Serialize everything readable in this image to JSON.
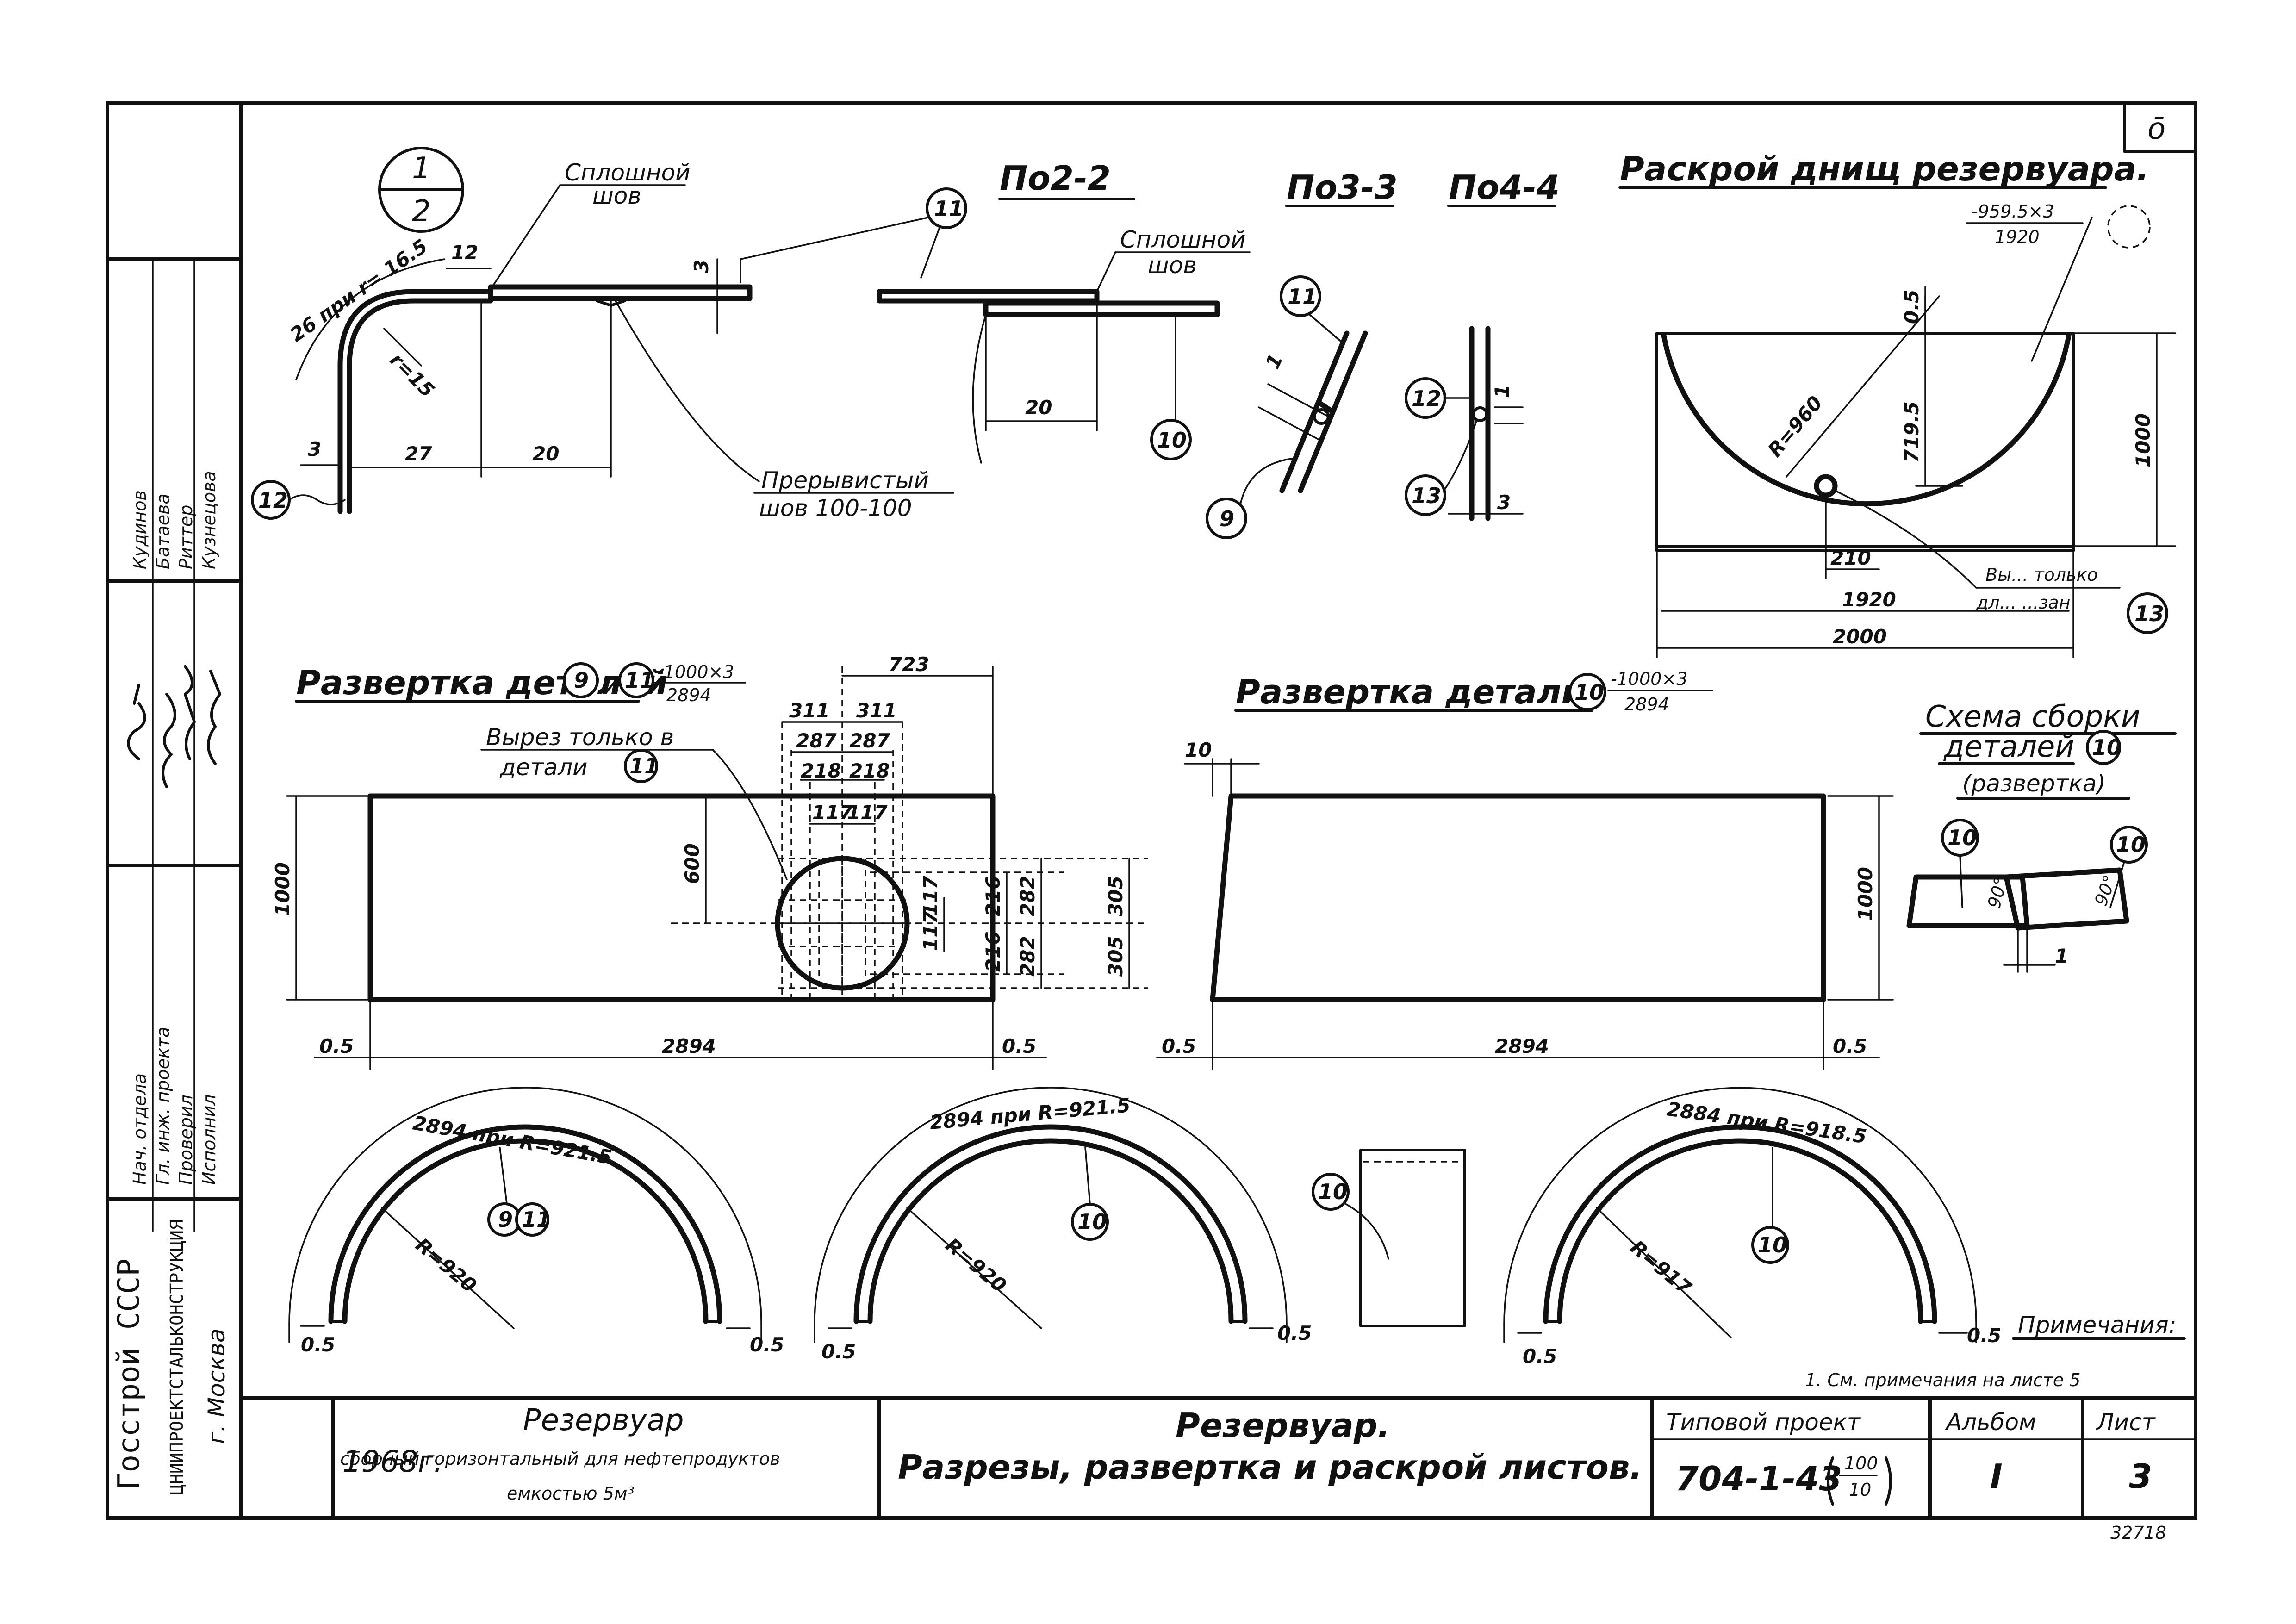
{
  "corner_mark": "ō",
  "views": {
    "detail_1_2": {
      "top": "1",
      "bottom": "2",
      "label_continuous_seam_1": "Сплошной",
      "label_continuous_seam_2": "шов",
      "dim_arc": "26 при r= 16.5",
      "dim_12": "12",
      "dim_r15": "r=15",
      "dim_3_left": "3",
      "dim_27": "27",
      "dim_20": "20",
      "dim_3_top": "3",
      "label_intermittent_1": "Прерывистый",
      "label_intermittent_2": "шов 100-100",
      "callout_12": "12",
      "callout_11": "11"
    },
    "section_2_2": {
      "title": "По2-2",
      "label_seam_1": "Сплошной",
      "label_seam_2": "шов",
      "dim_20": "20",
      "callout_10": "10"
    },
    "section_3_3": {
      "title": "По3-3",
      "dim_1": "1",
      "callout_11": "11",
      "callout_9": "9"
    },
    "section_4_4": {
      "title": "По4-4",
      "dim_1": "1",
      "dim_3": "3",
      "callout_12": "12",
      "callout_13": "13"
    },
    "bottoms_cutting": {
      "title": "Раскрой днищ резервуара.",
      "spec_top": "-959.5×3",
      "spec_bottom": "1920",
      "dim_05": "0.5",
      "dim_r960": "R=960",
      "dim_7195": "719.5",
      "dim_1000": "1000",
      "dim_210": "210",
      "dim_1920": "1920",
      "dim_2000": "2000",
      "note_1": "Вы... только",
      "note_2": "дл... ...зан",
      "callout_13": "13"
    },
    "dev_9_11": {
      "title_pre": "Развертка деталей",
      "callout_9": "9",
      "title_and": "и",
      "callout_11": "11",
      "spec_top": "-1000×3",
      "spec_bottom": "2894",
      "cut_note_1": "Вырез только в",
      "cut_note_2": "детали",
      "cut_callout_11": "11",
      "dim_723": "723",
      "dim_311a": "311",
      "dim_311b": "311",
      "dim_287a": "287",
      "dim_287b": "287",
      "dim_218a": "218",
      "dim_218b": "218",
      "dim_117a": "117",
      "dim_117b": "117",
      "dim_1000": "1000",
      "dim_600": "600",
      "dim_117c": "117",
      "dim_117d": "117",
      "dim_216a": "216",
      "dim_216b": "216",
      "dim_282a": "282",
      "dim_282b": "282",
      "dim_305a": "305",
      "dim_305b": "305",
      "dim_05a": "0.5",
      "dim_2894": "2894",
      "dim_05b": "0.5"
    },
    "dev_10": {
      "title_pre": "Развертка детали",
      "callout_10": "10",
      "spec_top": "-1000×3",
      "spec_bottom": "2894",
      "dim_10": "10",
      "dim_1000": "1000",
      "dim_05a": "0.5",
      "dim_2894": "2894",
      "dim_05b": "0.5"
    },
    "assembly_scheme": {
      "title_1": "Схема сборки",
      "title_2": "деталей",
      "callout_10": "10",
      "title_3": "(развертка)",
      "callout_left": "10",
      "callout_right": "10",
      "angle_left": "90°",
      "angle_right": "90°",
      "dim_1": "1"
    },
    "arc_1": {
      "dim_arc": "2894 при R=921.5",
      "dim_r": "R=920",
      "callout_9": "9",
      "callout_11": "11",
      "dim_05a": "0.5",
      "dim_05b": "0.5"
    },
    "arc_2": {
      "dim_arc": "2894 при R=921.5",
      "dim_r": "R=920",
      "callout_10": "10",
      "dim_05a": "0.5",
      "dim_05b": "0.5"
    },
    "plate_10": {
      "callout_10": "10"
    },
    "arc_3": {
      "dim_arc": "2884 при R=918.5",
      "dim_r": "R=917",
      "callout_10": "10",
      "dim_05a": "0.5",
      "dim_05b": "0.5"
    }
  },
  "notes": {
    "heading": "Примечания:",
    "line_1": "1. См. примечания на листе 5"
  },
  "left_block": {
    "org_1": "Госстрой СССР",
    "org_2": "ЦНИИПРОЕКТСТАЛЬКОНСТРУКЦИЯ",
    "org_3": "г. Москва",
    "roles": [
      "Нач. отдела",
      "Гл. инж. проекта",
      "Проверил",
      "Исполнил"
    ],
    "names": [
      "Кудинов",
      "Батаева",
      "Риттер",
      "Кузнецова"
    ]
  },
  "title_block": {
    "year": "1968г.",
    "object_title": "Резервуар",
    "object_desc_1": "сборный горизонтальный для нефтепродуктов",
    "object_desc_2": "емкостью 5м³",
    "sheet_title_1": "Резервуар.",
    "sheet_title_2": "Разрезы, развертка и раскрой листов.",
    "project_label": "Типовой проект",
    "project_number": "704-1-43",
    "project_frac_top": "100",
    "project_frac_bottom": "10",
    "album_label": "Альбом",
    "album_value": "I",
    "sheet_label": "Лист",
    "sheet_value": "3",
    "archive_number": "32718"
  }
}
